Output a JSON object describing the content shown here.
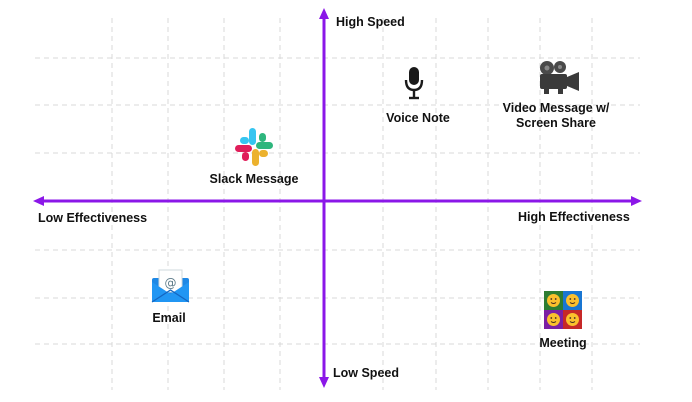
{
  "axes": {
    "top": "High Speed",
    "bottom": "Low Speed",
    "left": "Low Effectiveness",
    "right": "High Effectiveness",
    "color": "#8B17E8"
  },
  "items": {
    "voice_note": {
      "label": "Voice Note",
      "icon": "microphone-icon"
    },
    "video_message": {
      "label_line1": "Video Message w/",
      "label_line2": "Screen Share",
      "icon": "movie-camera-icon"
    },
    "slack_message": {
      "label": "Slack Message",
      "icon": "slack-logo-icon"
    },
    "email": {
      "label": "Email",
      "icon": "email-envelope-icon"
    },
    "meeting": {
      "label": "Meeting",
      "icon": "meeting-faces-icon"
    }
  }
}
